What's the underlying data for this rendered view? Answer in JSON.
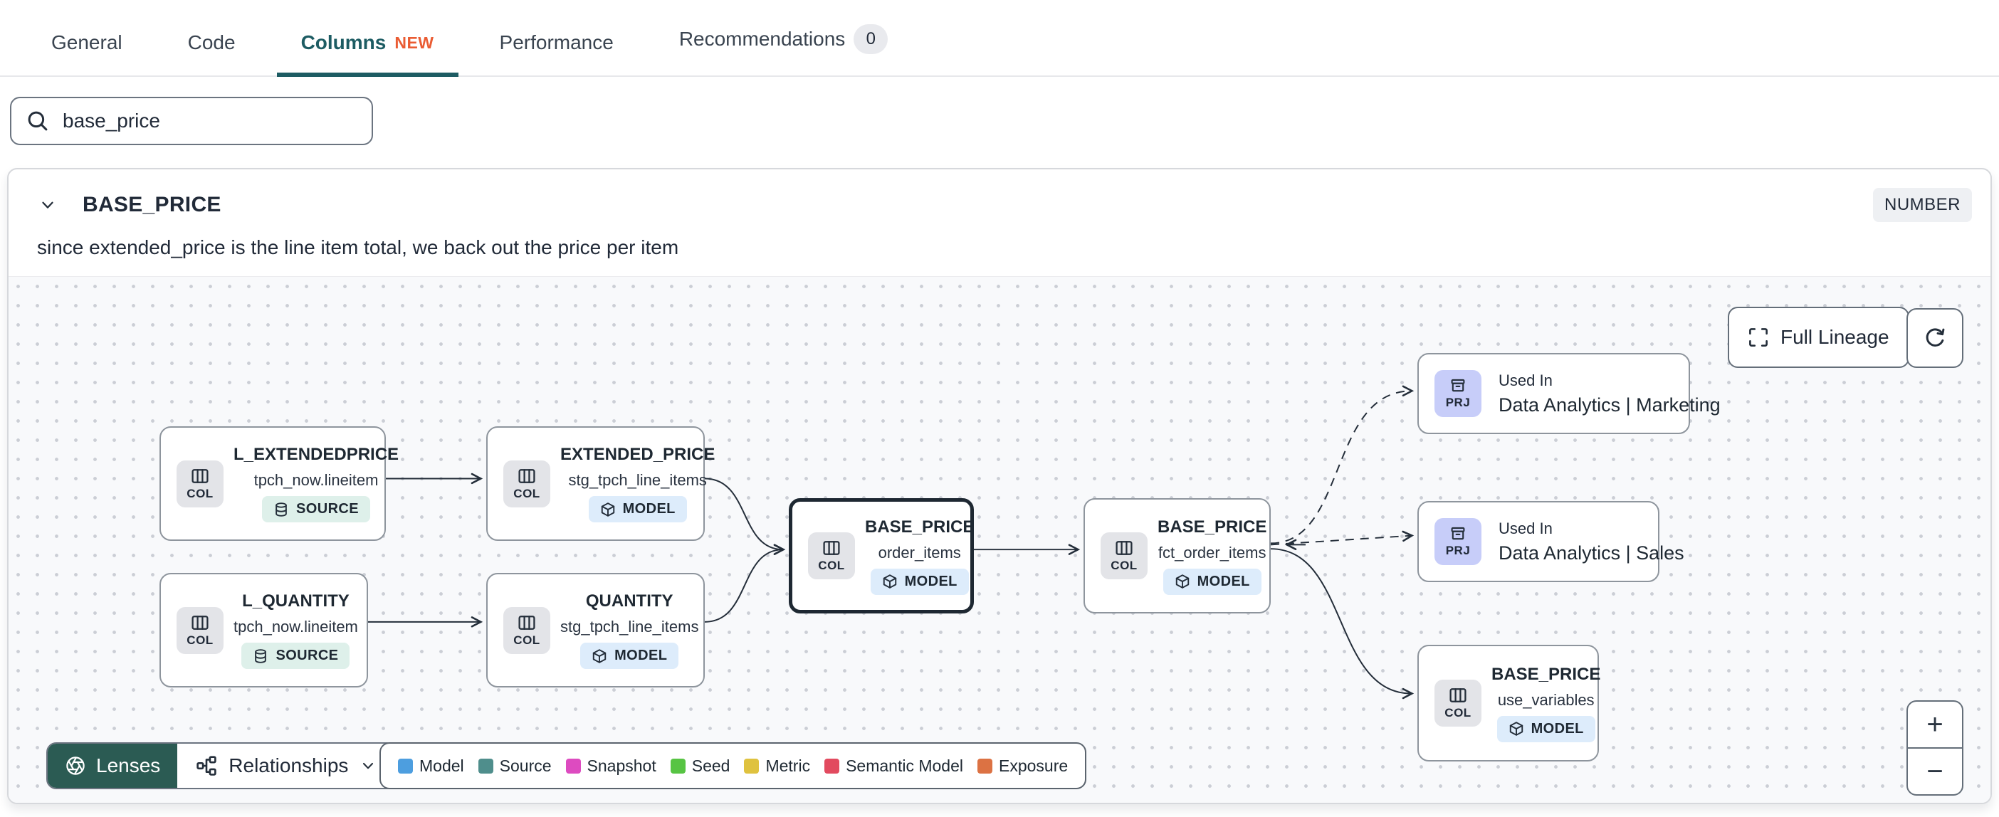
{
  "tabs": {
    "items": [
      {
        "label": "General"
      },
      {
        "label": "Code"
      },
      {
        "label": "Columns",
        "badge": "NEW"
      },
      {
        "label": "Performance"
      },
      {
        "label": "Recommendations",
        "count": "0"
      }
    ]
  },
  "search": {
    "value": "base_price"
  },
  "column": {
    "title": "BASE_PRICE",
    "type": "NUMBER",
    "description": "since extended_price is the line item total, we back out the price per item"
  },
  "lineage": {
    "controls": {
      "full_lineage_label": "Full Lineage",
      "zoom_in_label": "+",
      "zoom_out_label": "−"
    },
    "toolbar": {
      "lenses_label": "Lenses",
      "relationships_label": "Relationships"
    },
    "legend": [
      {
        "label": "Model",
        "color": "#4d9edf"
      },
      {
        "label": "Source",
        "color": "#4f8e8c"
      },
      {
        "label": "Snapshot",
        "color": "#dd4bc0"
      },
      {
        "label": "Seed",
        "color": "#57c443"
      },
      {
        "label": "Metric",
        "color": "#dfc23f"
      },
      {
        "label": "Semantic Model",
        "color": "#e24a5f"
      },
      {
        "label": "Exposure",
        "color": "#dc7243"
      }
    ],
    "nodes": [
      {
        "kind": "COL",
        "title": "L_EXTENDEDPRICE",
        "subtitle": "tpch_now.lineitem",
        "resource": "SOURCE"
      },
      {
        "kind": "COL",
        "title": "EXTENDED_PRICE",
        "subtitle": "stg_tpch_line_items",
        "resource": "MODEL"
      },
      {
        "kind": "COL",
        "title": "L_QUANTITY",
        "subtitle": "tpch_now.lineitem",
        "resource": "SOURCE"
      },
      {
        "kind": "COL",
        "title": "QUANTITY",
        "subtitle": "stg_tpch_line_items",
        "resource": "MODEL"
      },
      {
        "kind": "COL",
        "title": "BASE_PRICE",
        "subtitle": "order_items",
        "resource": "MODEL"
      },
      {
        "kind": "COL",
        "title": "BASE_PRICE",
        "subtitle": "fct_order_items",
        "resource": "MODEL"
      },
      {
        "kind": "PRJ",
        "context": "Used In",
        "title": "Data Analytics | Marketing"
      },
      {
        "kind": "PRJ",
        "context": "Used In",
        "title": "Data Analytics | Sales"
      },
      {
        "kind": "COL",
        "title": "BASE_PRICE",
        "subtitle": "use_variables",
        "resource": "MODEL"
      }
    ],
    "colors": {
      "accent_teal": "#1d5c63",
      "new_badge": "#ea5c33",
      "lenses_bg": "#2b5b53",
      "edge": "#242e3a",
      "selected_border": "#1e2832",
      "canvas_dot": "#cbced5",
      "col_badge_bg": "#e3e4e8",
      "prj_badge_bg": "#c7cdf9",
      "source_badge_bg": "#def0ea",
      "model_badge_bg": "#ddecfb"
    }
  }
}
